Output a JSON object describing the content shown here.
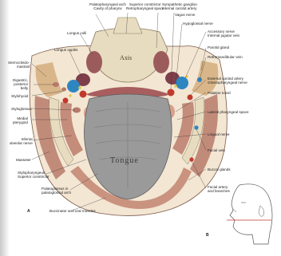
{
  "labels": {
    "palatopharyngeal_arch": "Palatopharyngeal arch",
    "cavity_of_pharynx": "Cavity of pharynx",
    "superior_constrictor": "Superior constrictor",
    "retropharyngeal_space": "Retropharyngeal space",
    "sympathetic_ganglion": "Sympathetic ganglion",
    "internal_carotid_artery": "Internal carotid artery",
    "vagus_nerve": "Vagus nerve",
    "hypoglossal_nerve": "Hypoglossal nerve",
    "longus_colli": "Longus colli",
    "longus_capitis": "Longus capitis",
    "accessory_nerve": "Accessory nerve",
    "internal_jugular_vein": "Internal jugular vein",
    "parotid_gland": "Parotid gland",
    "retromandibular_vein": "Retromandibular vein",
    "sternocleidomastoid": "Sternocleido-\nmastoid",
    "digastric_posterior_belly": "Digastric,\nposterior\nbelly",
    "stylohyoid": "Stylohyoid",
    "external_carotid_artery": "External carotid artery",
    "glossopharyngeal_nerve": "Glossopharyngeal nerve",
    "styloglossus": "Styloglossus",
    "palatine_tonsil": "Palatine tonsil",
    "medial_pterygoid": "Medial\npterygoid",
    "lateral_pharyngeal_space": "Lateral pharyngeal space",
    "inferior_alveolar_nerve": "Inferior\nalveolar nerve",
    "lingual_nerve": "Lingual nerve",
    "masseter": "Masseter",
    "facial_vein": "Facial vein",
    "stylopharyngeus_superior_constrictor": "Stylopharyngeus\nSuperior constrictor",
    "buccal_glands": "Buccal glands",
    "palatoglossus_arch": "Palatoglossus in\npalatoglossal arch",
    "facial_artery_branches": "Facial artery\nand branches",
    "buccinator_oral_muscles": "Buccinator and oral muscles"
  },
  "structures": {
    "axis": "Axis",
    "tongue": "Tongue"
  },
  "panels": {
    "a": "A",
    "b": "B"
  },
  "colors": {
    "muscle": "#b77a6a",
    "artery": "#c0392b",
    "vein": "#2e86c1",
    "nerve": "#e4c83b",
    "bone": "#e8dcc0",
    "tongue": "#9a9a9a",
    "gland": "#d9b68a"
  }
}
